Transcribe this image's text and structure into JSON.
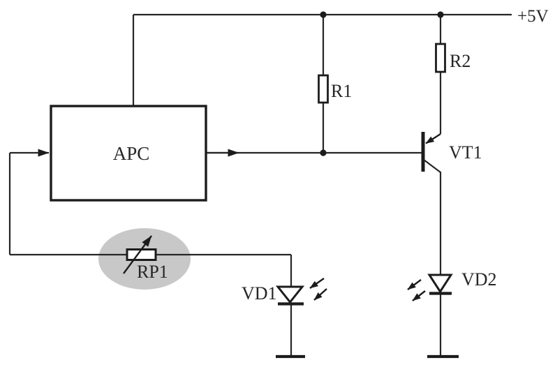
{
  "schematic": {
    "power_rail_label": "+5V",
    "apc_block_label": "APC",
    "components": {
      "r1_label": "R1",
      "r2_label": "R2",
      "vt1_label": "VT1",
      "vd1_label": "VD1",
      "vd2_label": "VD2",
      "rp1_label": "RP1"
    },
    "colors": {
      "line": "#262626",
      "component_fill": "#ffffff",
      "rp1_highlight": "#c8c8c8",
      "background": "#ffffff"
    }
  }
}
